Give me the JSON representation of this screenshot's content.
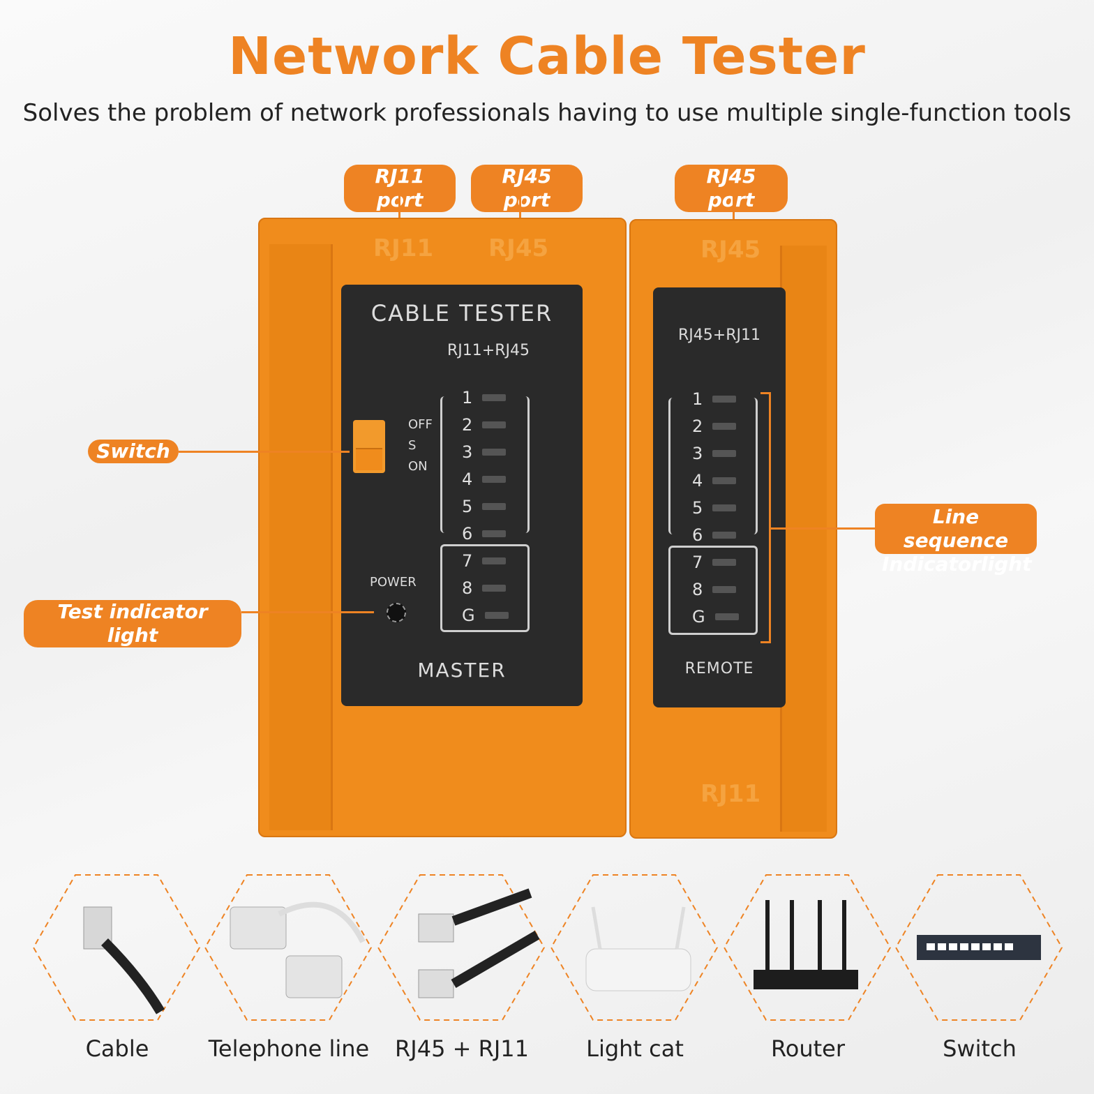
{
  "header": {
    "title": "Network Cable Tester",
    "subtitle": "Solves the problem of network professionals having to use multiple single-function tools"
  },
  "callouts": {
    "rj11_port": "RJ11 port",
    "rj45_port_master": "RJ45 port",
    "rj45_port_remote": "RJ45 port",
    "switch": "Switch",
    "test_indicator": "Test indicator light",
    "line_sequence_1": "Line sequence",
    "line_sequence_2": "Indicatorlight"
  },
  "master": {
    "emboss_rj11": "RJ11",
    "emboss_rj45": "RJ45",
    "panel_title": "CABLE TESTER",
    "panel_sub": "RJ11+RJ45",
    "switch_off": "OFF",
    "switch_s": "S",
    "switch_on": "ON",
    "power": "POWER",
    "footer": "MASTER",
    "leds": [
      "1",
      "2",
      "3",
      "4",
      "5",
      "6",
      "7",
      "8",
      "G"
    ]
  },
  "remote": {
    "emboss_rj45": "RJ45",
    "emboss_rj11": "RJ11",
    "panel_sub": "RJ45+RJ11",
    "footer": "REMOTE",
    "leds": [
      "1",
      "2",
      "3",
      "4",
      "5",
      "6",
      "7",
      "8",
      "G"
    ]
  },
  "categories": [
    "Cable",
    "Telephone line",
    "RJ45 + RJ11",
    "Light cat",
    "Router",
    "Switch"
  ],
  "colors": {
    "accent": "#ee8323",
    "device": "#f08c1c",
    "panel": "#2a2a2a"
  }
}
